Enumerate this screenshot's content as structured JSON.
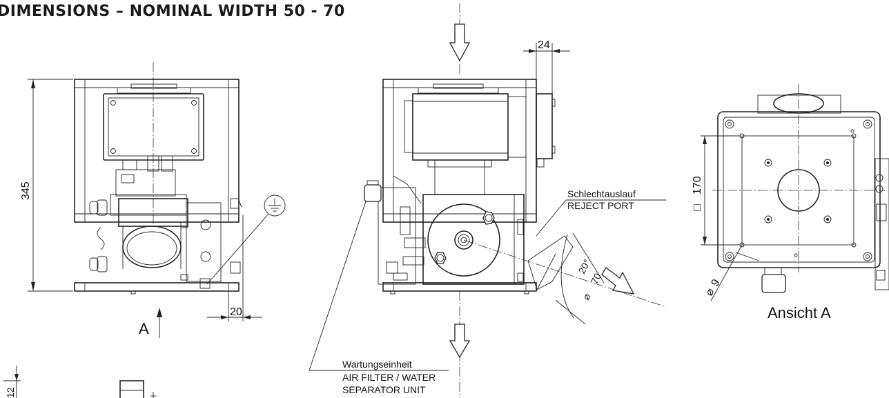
{
  "title": "DIMENSIONS – NOMINAL WIDTH 50 - 70",
  "dimensions": {
    "height": "345",
    "offset_right": "20",
    "side_depth": "24",
    "bolt_square": "170",
    "square_symbol": "□",
    "hole_dia": "9",
    "port_dia": "70",
    "port_angle": "20°",
    "bottom_small": "12"
  },
  "labels": {
    "view_marker": "A",
    "view_a": "Ansicht A",
    "reject_de": "Schlechtauslauf",
    "reject_en": "REJECT PORT",
    "air_de": "Wartungseinheit",
    "air_en_1": "AIR FILTER / WATER",
    "air_en_2": "SEPARATOR UNIT"
  },
  "symbols": {
    "diameter": "⌀",
    "ground": "ground-icon"
  }
}
